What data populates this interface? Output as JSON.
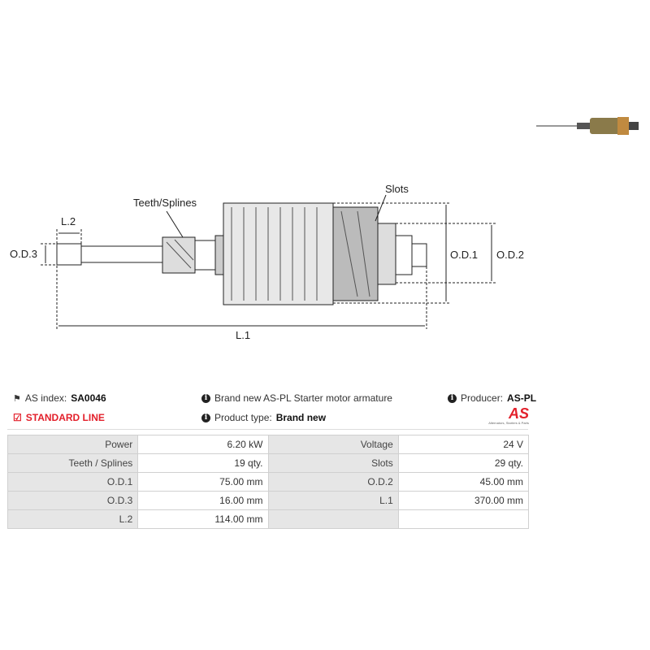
{
  "diagram": {
    "labels": {
      "teeth": "Teeth/Splines",
      "slots": "Slots",
      "l2": "L.2",
      "od3": "O.D.3",
      "od1": "O.D.1",
      "od2": "O.D.2",
      "l1": "L.1"
    }
  },
  "info": {
    "as_index_label": "AS index:",
    "as_index_value": "SA0046",
    "standard_line": "STANDARD LINE",
    "description": "Brand new AS-PL Starter motor armature",
    "product_type_label": "Product type:",
    "product_type_value": "Brand new",
    "producer_label": "Producer:",
    "producer_value": "AS-PL",
    "logo_text": "AS",
    "logo_tagline": "Alternators, Starters & Parts"
  },
  "colors": {
    "accent": "#e3202b"
  },
  "specs": [
    [
      "Power",
      "6.20 kW",
      "Voltage",
      "24 V"
    ],
    [
      "Teeth / Splines",
      "19 qty.",
      "Slots",
      "29 qty."
    ],
    [
      "O.D.1",
      "75.00 mm",
      "O.D.2",
      "45.00 mm"
    ],
    [
      "O.D.3",
      "16.00 mm",
      "L.1",
      "370.00 mm"
    ],
    [
      "L.2",
      "114.00 mm",
      "",
      ""
    ]
  ]
}
